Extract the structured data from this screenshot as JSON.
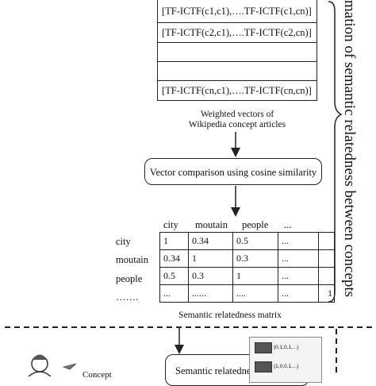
{
  "vectors": {
    "rows": [
      "[TF-ICTF(c1,c1),….TF-ICTF(c1,cn)]",
      "[TF-ICTF(c2,c1),….TF-ICTF(c2,cn)]",
      "",
      "",
      "[TF-ICTF(cn,c1),….TF-ICTF(cn,cn)]"
    ],
    "caption_line1": "Weighted vectors of",
    "caption_line2": "Wikipedia concept articles"
  },
  "process": {
    "label": "Vector comparison using cosine similarity"
  },
  "matrix": {
    "columns": [
      "city",
      "moutain",
      "people",
      "..."
    ],
    "row_labels": [
      "city",
      "moutain",
      "people",
      "……."
    ],
    "cells": [
      [
        "1",
        "0.34",
        "0.5",
        "...",
        ""
      ],
      [
        "0.34",
        "1",
        "0.3",
        "...",
        ""
      ],
      [
        "0.5",
        "0.3",
        "1",
        "...",
        ""
      ],
      [
        "...",
        "......",
        "....",
        "...",
        "1"
      ]
    ],
    "caption": "Semantic relatedness matrix"
  },
  "side_title": "mation of semantic relatedness between concepts",
  "bottom": {
    "concept_label": "Concept",
    "box_label": "Semantic relatedness",
    "thumbs": [
      "{0,1,0,1,...}",
      "{1,0,0,1,...}"
    ]
  },
  "colors": {
    "line": "#222222",
    "background": "#ffffff"
  }
}
